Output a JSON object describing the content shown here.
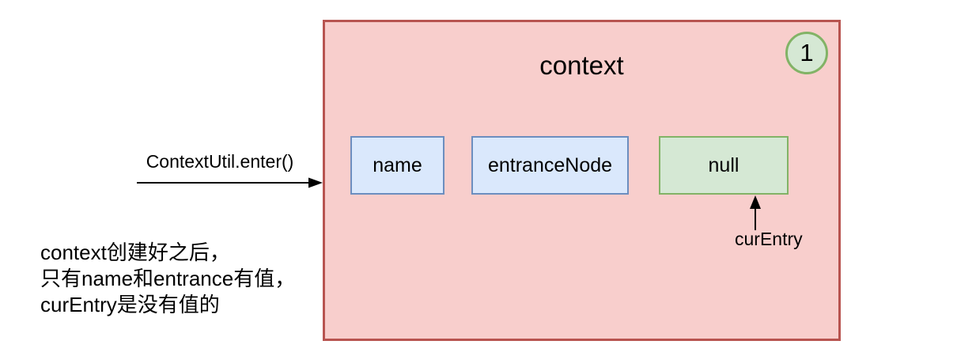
{
  "diagram": {
    "container": {
      "title": "context",
      "badge": "1"
    },
    "fields": [
      {
        "label": "name"
      },
      {
        "label": "entranceNode"
      },
      {
        "label": "null"
      }
    ],
    "enter_arrow": {
      "label": "ContextUtil.enter()"
    },
    "cur_entry_pointer": {
      "label": "curEntry"
    },
    "note": {
      "lines": [
        "context创建好之后，",
        "只有name和entrance有值，",
        "curEntry是没有值的"
      ]
    }
  },
  "colors": {
    "container_fill": "#f8cecc",
    "container_border": "#b85450",
    "field_fill": "#dae8fc",
    "field_border": "#6c8ebf",
    "empty_fill": "#d5e8d4",
    "empty_border": "#82b366",
    "arrow": "#000000",
    "text": "#000000",
    "background": "#ffffff"
  }
}
